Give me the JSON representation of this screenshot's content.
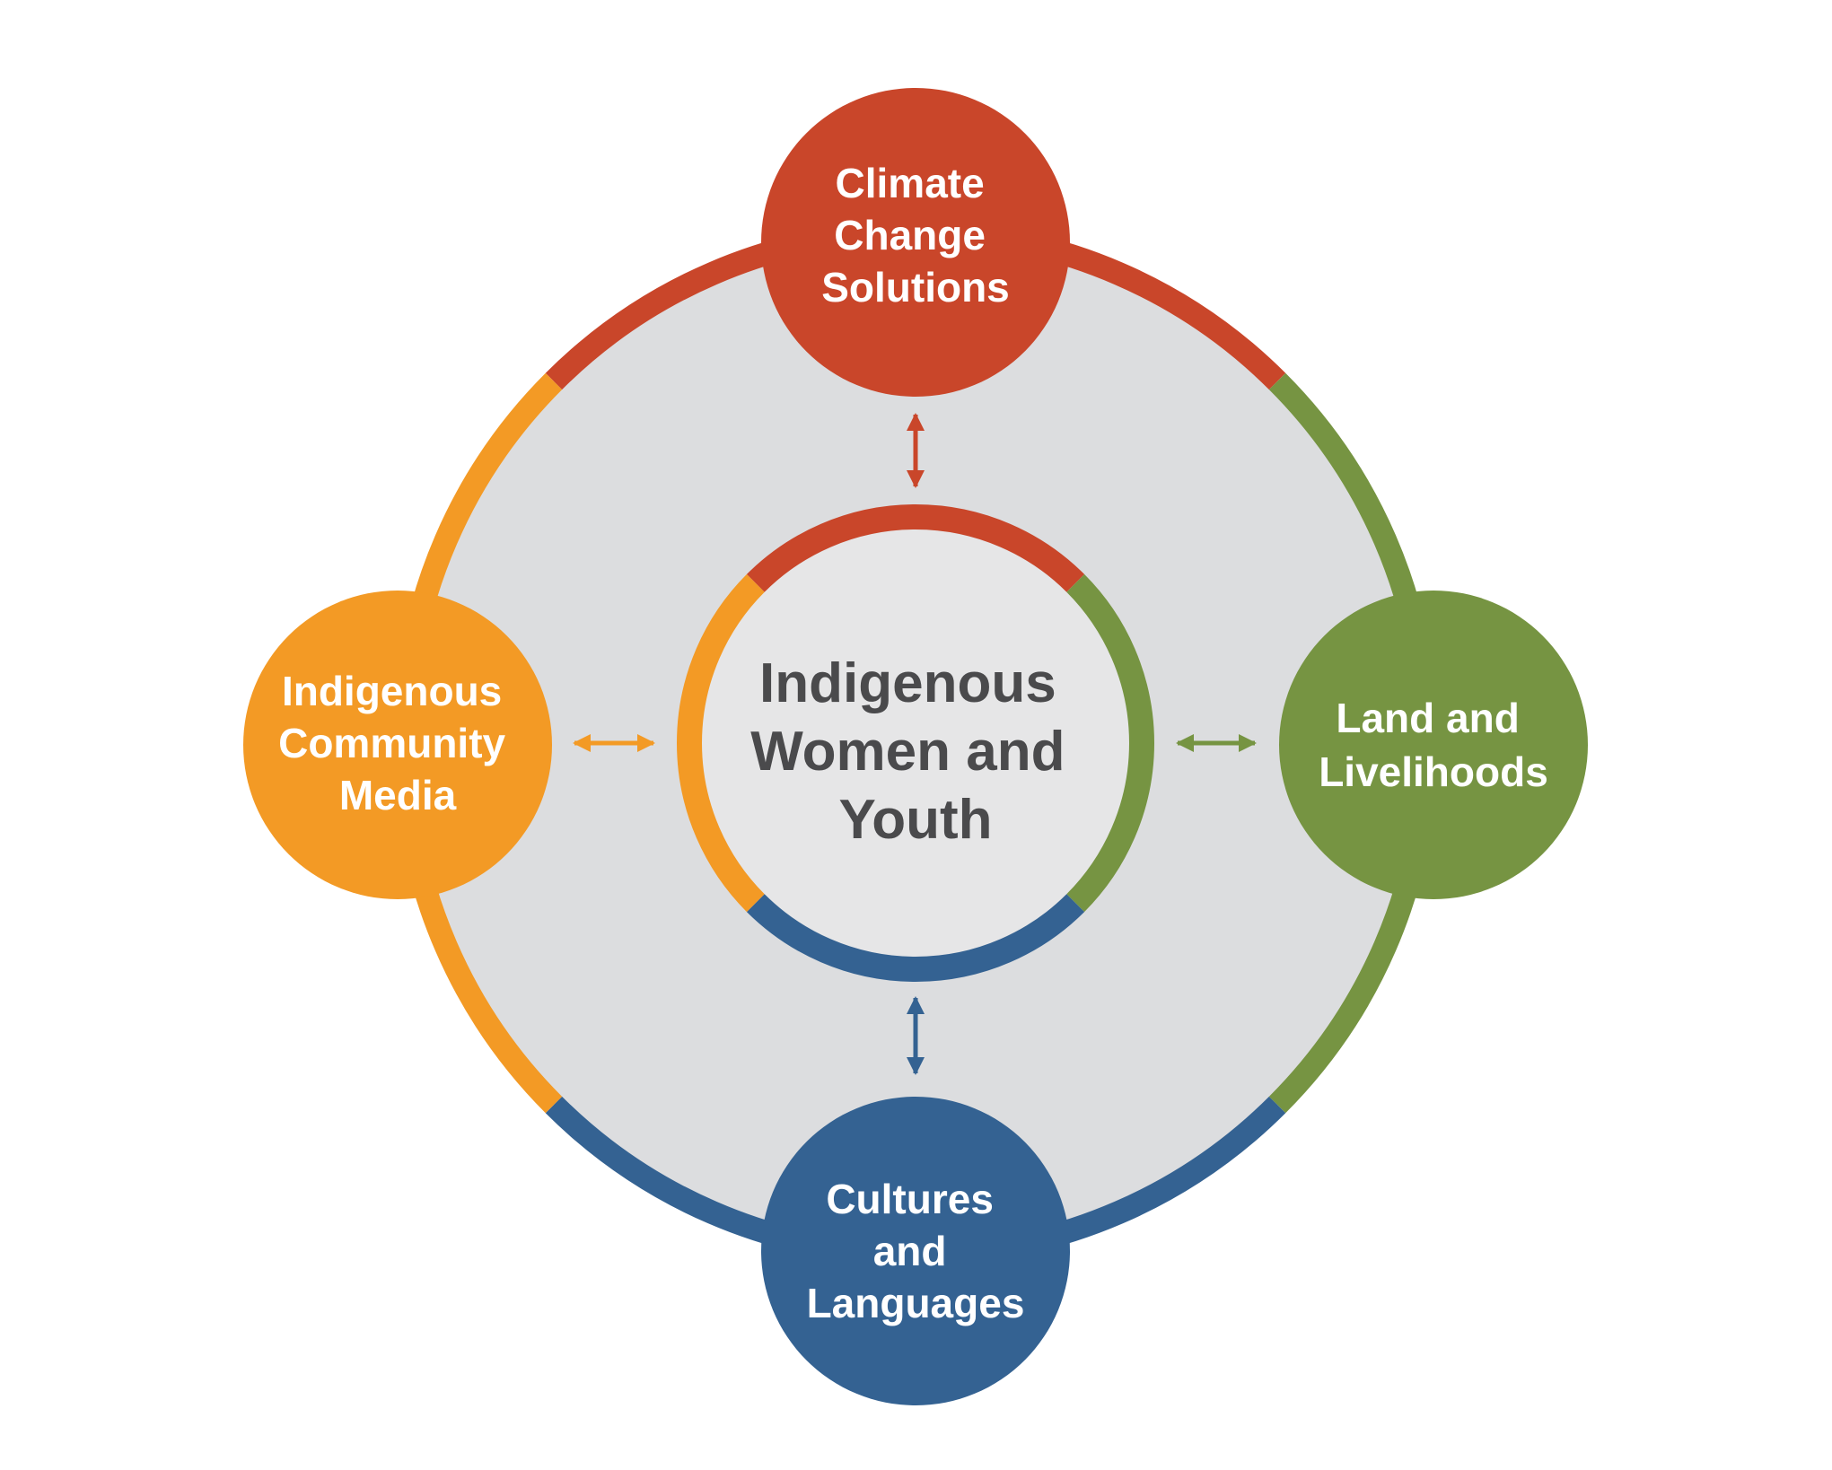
{
  "colors": {
    "red": "#c9462a",
    "green": "#769442",
    "blue": "#346292",
    "orange": "#f39a25",
    "ring_fill": "#dcdddf",
    "center_fill": "#e6e6e7",
    "center_text": "#4a4a4c",
    "node_text": "#ffffff"
  },
  "center": {
    "lines": [
      "Indigenous",
      "Women and",
      "Youth"
    ]
  },
  "nodes": {
    "top": {
      "lines": [
        "Climate",
        "Change",
        "Solutions"
      ],
      "color": "#c9462a"
    },
    "right": {
      "lines": [
        "Land and",
        "Livelihoods"
      ],
      "color": "#769442"
    },
    "bottom": {
      "lines": [
        "Cultures",
        "and",
        "Languages"
      ],
      "color": "#346292"
    },
    "left": {
      "lines": [
        "Indigenous",
        "Community",
        "Media"
      ],
      "color": "#f39a25"
    }
  }
}
